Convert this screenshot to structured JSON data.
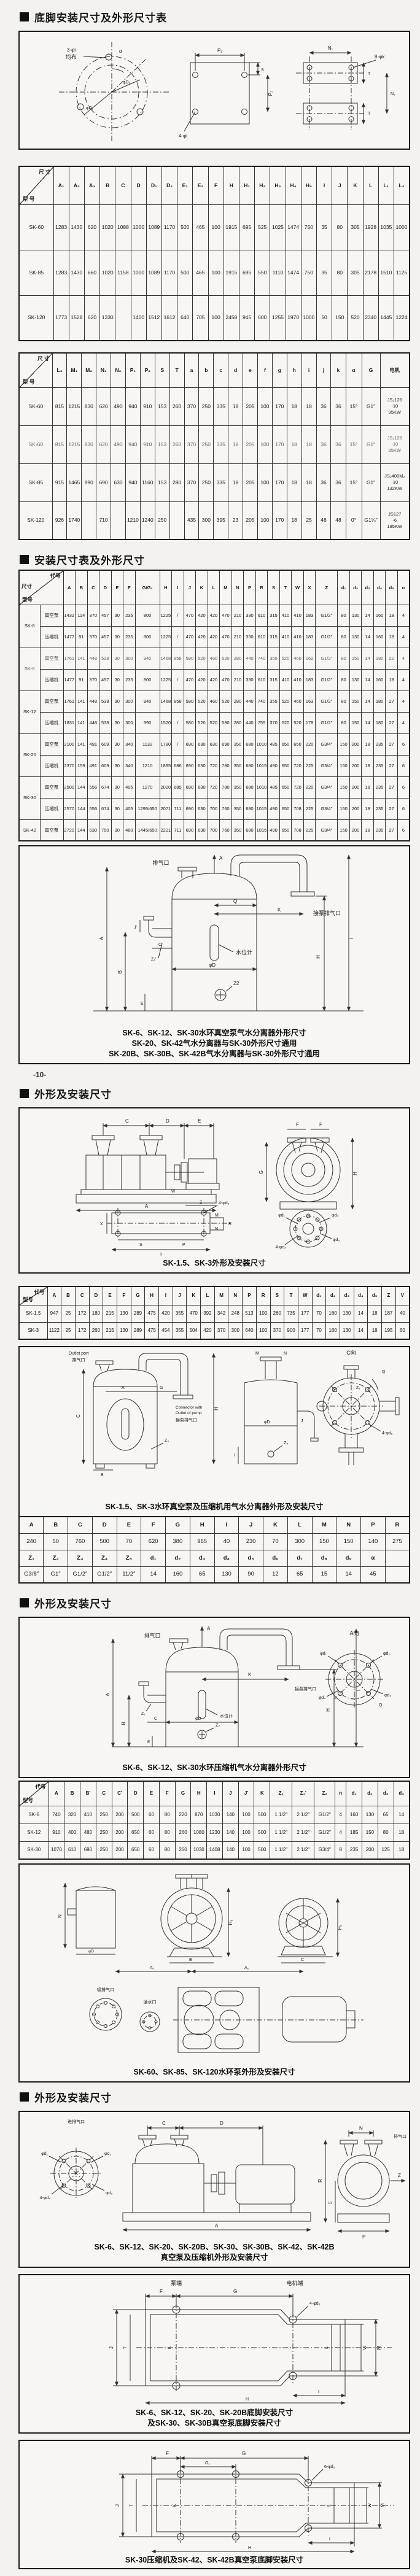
{
  "meta": {
    "page_marker": "-10-"
  },
  "sections": {
    "s1": {
      "heading": "底脚安装尺寸及外形尺寸表"
    },
    "s2": {
      "heading": "安装尺寸表及外形尺寸"
    },
    "s3": {
      "heading": "外形及安装尺寸"
    },
    "s4": {
      "heading": "外形及安装尺寸"
    },
    "s5": {
      "heading": "外形及安装尺寸"
    }
  },
  "figures": {
    "f1": {
      "hole3": "3-φi",
      "even": "均布",
      "alpha": "α",
      "dd2": "φD₂",
      "dd1": "φD₁",
      "p1": "P₁",
      "s": "S",
      "p2": "P₂",
      "hole4": "4-φi",
      "n1": "N₁",
      "holek": "8-φk",
      "t": "T",
      "t2": "T",
      "n2": "N₂"
    },
    "f2": {
      "a": "A",
      "exhaust": "排气口",
      "q": "Q",
      "k": "K",
      "pump_port": "接泵排气口",
      "gauge": "水位计",
      "dia": "φD",
      "b": "B′",
      "c": "C′",
      "j": "J′",
      "z1": "Z₁′",
      "e": "E",
      "z2": "Z2",
      "h": "H",
      "i": "I",
      "cap1": "SK-6、SK-12、SK-30水环真空泵气水分离器外形尺寸",
      "cap2": "SK-20、SK-42气水分离器与SK-30外形尺寸通用",
      "cap3": "SK-20B、SK-30B、SK-42B气水分离器与SK-30外形尺寸通用"
    },
    "f3": {
      "c": "C",
      "d": "D",
      "e": "E",
      "f": "F",
      "g": "G",
      "h": "H",
      "a": "A",
      "w": "W",
      "z": "Z",
      "k": "K",
      "m": "M",
      "n": "N",
      "s": "S",
      "p": "P",
      "r": "R",
      "t": "T",
      "d1": "φd₁",
      "d2": "φd₂",
      "d3": "φd₃",
      "d4": "4-φd₄",
      "d5": "4-φd₅",
      "cap": "SK-1.5、SK-3外形及安装尺寸"
    },
    "f4": {
      "outlet_en": "Outlet port",
      "outlet_cn": "排气口",
      "conn1": "Connector with",
      "conn2": "Outlet of pump",
      "conn_cn": "接泵排气口",
      "a": "A",
      "g": "G",
      "c": "C",
      "b": "B",
      "h": "H",
      "dia": "φD",
      "m": "M",
      "n": "N",
      "i": "I",
      "j": "J",
      "z3": "Z₃",
      "z4": "Z₄",
      "cview": "C向",
      "q": "Q",
      "z1": "Z₁",
      "d6": "4-φd₆",
      "cap": "SK-1.5、SK-3水环真空泵及压缩机用气水分离器外形及安装尺寸"
    },
    "f5": {
      "aview": "A向",
      "d1": "φd₁",
      "d2": "φd₂",
      "d3": "φd₃",
      "d4": "φd₄",
      "q": "Q",
      "a": "A",
      "exhaust": "排气口",
      "k": "K",
      "pump_port": "接泵排气口",
      "h": "H",
      "i": "I",
      "b": "B",
      "c": "C",
      "z1": "Z₁",
      "dia": "φD",
      "z2": "Z₂",
      "gauge": "水位计",
      "e": "E",
      "cap": "SK-6、SK-12、SK-30水环压缩机气水分离器外形尺寸"
    },
    "f6": {
      "ports": "吸排气口",
      "water": "通水口",
      "n": "N",
      "h1": "H₁",
      "h3": "H₃",
      "b": "B",
      "c": "C",
      "a1": "A₁",
      "a2": "A₂",
      "dia": "φD",
      "cap": "SK-60、SK-85、SK-120水环泵外形及安装尺寸"
    },
    "f7": {
      "inout": "进排气口",
      "d1": "φd₁",
      "d2": "φd₂",
      "d3": "φd₃",
      "d4": "4-φd₄",
      "c": "C",
      "d": "D",
      "a": "A",
      "n": "N",
      "exhaust": "排气口",
      "r": "R",
      "s": "S",
      "z": "Z",
      "p": "P",
      "cap1": "SK-6、SK-12、SK-20、SK-20B、SK-30、SK-30B、SK-42、SK-42B",
      "cap2": "真空泵及压缩机外形及安装尺寸"
    },
    "f8": {
      "pump_end": "泵端",
      "motor_end": "电机端",
      "f": "F",
      "g": "G",
      "d5": "4-φd₅",
      "j": "J",
      "t": "T",
      "k": "K",
      "l": "L",
      "w": "W",
      "m": "M",
      "i": "I",
      "h": "H",
      "cap1": "SK-6、SK-12、SK-20、SK-20B底脚安装尺寸",
      "cap2": "及SK-30、SK-30B真空泵底脚安装尺寸"
    },
    "f9": {
      "f": "F",
      "g": "G",
      "g1": "G₁",
      "d5": "6-φd₅",
      "j": "J",
      "t": "T",
      "k": "K",
      "l": "L",
      "w": "W",
      "m": "M",
      "i": "I",
      "h": "H",
      "cap": "SK-30压缩机及SK-42、SK-42B真空泵底脚安装尺寸"
    }
  },
  "tables": {
    "t1": {
      "rows": [
        {
          "cls": "hr",
          "cells": [
            {
              "diag": [
                "尺 寸",
                "型 号"
              ],
              "cls": "diagc"
            },
            "A₁",
            "A₂",
            "A₃",
            "B",
            "C",
            "D",
            "D₁",
            "D₂",
            "E₁",
            "E₂",
            "F",
            "H",
            "H₁",
            "H₂",
            "H₃",
            "H₄",
            "H₅",
            "I",
            "J",
            "K",
            "L",
            "L₁",
            "L₂"
          ]
        },
        [
          "SK-60",
          "1283",
          "1430",
          "620",
          "1020",
          "1088",
          "1000",
          "1089",
          "1170",
          "500",
          "465",
          "100",
          "1915",
          "695",
          "525",
          "1025",
          "1474",
          "750",
          "35",
          "80",
          "305",
          "1928",
          "1035",
          "1000"
        ],
        [
          "SK-85",
          "1283",
          "1430",
          "660",
          "1020",
          "1158",
          "1000",
          "1089",
          "1170",
          "500",
          "465",
          "100",
          "1915",
          "695",
          "550",
          "1110",
          "1474",
          "750",
          "35",
          "80",
          "305",
          "2178",
          "1510",
          "1125"
        ],
        [
          "SK-120",
          "1773",
          "1528",
          "620",
          "1330",
          "",
          "1400",
          "1512",
          "1612",
          "640",
          "705",
          "100",
          "2458",
          "945",
          "600",
          "1255",
          "1970",
          "1000",
          "50",
          "150",
          "520",
          "2340",
          "1445",
          "1224"
        ]
      ]
    },
    "t2": {
      "rows": [
        {
          "cls": "hr",
          "cells": [
            {
              "diag": [
                "尺 寸",
                "型 号"
              ],
              "cls": "diagc"
            },
            "L₃",
            "M₁",
            "M₂",
            "N₁",
            "N₂",
            "P₁",
            "P₂",
            "S",
            "T",
            "a",
            "b",
            "c",
            "d",
            "e",
            "f",
            "g",
            "h",
            "i",
            "j",
            "k",
            "α",
            "G",
            "电机"
          ]
        },
        [
          "SK-60",
          "815",
          "1215",
          "830",
          "620",
          "490",
          "940",
          "910",
          "153",
          "260",
          "370",
          "250",
          "335",
          "18",
          "205",
          "100",
          "170",
          "18",
          "18",
          "36",
          "36",
          "15°",
          "G1″",
          {
            "t": "JS₂126\n-10\n95KW",
            "cls": "pre"
          }
        ],
        {
          "cls": "ghost",
          "cells": [
            "SK-60",
            "815",
            "1215",
            "830",
            "620",
            "490",
            "940",
            "910",
            "153",
            "260",
            "370",
            "250",
            "335",
            "18",
            "205",
            "100",
            "170",
            "18",
            "18",
            "36",
            "36",
            "15°",
            "G1″",
            {
              "t": "JS₂126\n-10\n95KW",
              "cls": "pre"
            }
          ]
        },
        [
          "SK-85",
          "915",
          "1465",
          "990",
          "690",
          "630",
          "940",
          "1160",
          "153",
          "280",
          "370",
          "250",
          "335",
          "18",
          "205",
          "100",
          "170",
          "18",
          "18",
          "36",
          "36",
          "15°",
          "G1″",
          {
            "t": "JS₂400M₂\n-10\n132KW",
            "cls": "pre"
          }
        ],
        [
          "SK-120",
          "926",
          "1740",
          "",
          "710",
          "",
          "1210",
          "1240",
          "250",
          "",
          "435",
          "300",
          "395",
          "23",
          "205",
          "100",
          "170",
          "18",
          "25",
          "48",
          "48",
          "0°",
          "G1¼″",
          {
            "t": "JS127\n-6\n185KW",
            "cls": "pre"
          }
        ]
      ]
    },
    "t3": {
      "rows": [
        {
          "cls": "hr",
          "cells": [
            {
              "diag": [
                "代号",
                "尺寸",
                "型号"
              ],
              "cs": 2,
              "cls": "diagc"
            },
            "A",
            "B",
            "C",
            "D",
            "E",
            "F",
            "G/G₁",
            "H",
            "I",
            "J",
            "K",
            "L",
            "M",
            "N",
            "P",
            "R",
            "S",
            "T",
            "W",
            "X",
            "Z",
            "d₁",
            "d₂",
            "d₃",
            "d₄",
            "d₅",
            "n"
          ]
        },
        [
          {
            "t": "SK-6",
            "rs": 2
          },
          "真空泵",
          "1432",
          "114",
          "370",
          "457",
          "30",
          "235",
          "800",
          "1225",
          "/",
          "470",
          "420",
          "420",
          "470",
          "210",
          "330",
          "610",
          "315",
          "410",
          "410",
          "183",
          "G1/2″",
          "80",
          "130",
          "14",
          "160",
          "18",
          "4"
        ],
        [
          "压缩机",
          "1477",
          "91",
          "370",
          "457",
          "30",
          "235",
          "800",
          "1225",
          "/",
          "470",
          "420",
          "420",
          "470",
          "210",
          "330",
          "610",
          "315",
          "410",
          "410",
          "183",
          "G1/2″",
          "80",
          "130",
          "14",
          "160",
          "18",
          "4"
        ],
        {
          "cls": "ghost",
          "cells": [
            {
              "t": "SK-6",
              "rs": 2
            },
            "真空泵",
            "1761",
            "141",
            "448",
            "528",
            "30",
            "300",
            "940",
            "1468",
            "858",
            "590",
            "520",
            "460",
            "520",
            "280",
            "440",
            "740",
            "355",
            "520",
            "460",
            "162",
            "G1/2″",
            "80",
            "150",
            "14",
            "180",
            "22",
            "4"
          ]
        },
        [
          "压缩机",
          "1477",
          "91",
          "370",
          "457",
          "30",
          "235",
          "800",
          "1225",
          "/",
          "470",
          "420",
          "420",
          "470",
          "210",
          "330",
          "610",
          "315",
          "410",
          "410",
          "183",
          "G1/2″",
          "80",
          "130",
          "14",
          "160",
          "18",
          "4"
        ],
        [
          {
            "t": "SK-12",
            "rs": 2
          },
          "真空泵",
          "1761",
          "141",
          "448",
          "538",
          "30",
          "300",
          "940",
          "1468",
          "858",
          "580",
          "520",
          "460",
          "520",
          "280",
          "440",
          "740",
          "355",
          "520",
          "460",
          "163",
          "G1/2″",
          "80",
          "150",
          "14",
          "180",
          "27",
          "4"
        ],
        [
          "压缩机",
          "1831",
          "141",
          "448",
          "538",
          "30",
          "300",
          "990",
          "1520",
          "/",
          "580",
          "520",
          "520",
          "580",
          "280",
          "440",
          "755",
          "370",
          "520",
          "520",
          "178",
          "G1/2″",
          "80",
          "150",
          "14",
          "180",
          "27",
          "4"
        ],
        [
          {
            "t": "SK-20",
            "rs": 2
          },
          "真空泵",
          "2100",
          "141",
          "491",
          "609",
          "30",
          "340",
          "1132",
          "1780",
          "/",
          "690",
          "630",
          "630",
          "690",
          "350",
          "680",
          "1010",
          "485",
          "650",
          "650",
          "220",
          "G3/4″",
          "150",
          "200",
          "18",
          "235",
          "27",
          "6"
        ],
        [
          "压缩机",
          "2370",
          "159",
          "491",
          "609",
          "30",
          "340",
          "1210",
          "1895",
          "686",
          "690",
          "630",
          "720",
          "780",
          "350",
          "680",
          "1015",
          "490",
          "650",
          "720",
          "225",
          "G3/4″",
          "150",
          "200",
          "18",
          "235",
          "27",
          "6"
        ],
        [
          {
            "t": "SK-30",
            "rs": 2
          },
          "真空泵",
          "2500",
          "144",
          "556",
          "674",
          "30",
          "405",
          "1270",
          "2020",
          "685",
          "690",
          "630",
          "720",
          "780",
          "350",
          "680",
          "1010",
          "485",
          "650",
          "720",
          "220",
          "G3/4″",
          "150",
          "200",
          "18",
          "235",
          "27",
          "6"
        ],
        [
          "压缩机",
          "2570",
          "144",
          "556",
          "674",
          "30",
          "405",
          "1295/650",
          "2071",
          "711",
          "690",
          "630",
          "700",
          "760",
          "350",
          "680",
          "1015",
          "490",
          "650",
          "708",
          "225",
          "G3/4″",
          "150",
          "200",
          "18",
          "235",
          "27",
          "6"
        ],
        [
          "SK-42",
          "真空泵",
          "2720",
          "144",
          "630",
          "750",
          "30",
          "480",
          "1445/650",
          "2221",
          "711",
          "690",
          "630",
          "700",
          "760",
          "350",
          "680",
          "1015",
          "490",
          "650",
          "708",
          "225",
          "G3/4″",
          "150",
          "200",
          "18",
          "235",
          "27",
          "6"
        ]
      ]
    },
    "t4": {
      "rows": [
        {
          "cls": "hr",
          "cells": [
            {
              "diag": [
                "代号",
                "型号"
              ],
              "cls": "diagc"
            },
            "A",
            "B",
            "C",
            "D",
            "E",
            "F",
            "G",
            "H",
            "I",
            "J",
            "K",
            "L",
            "M",
            "N",
            "P",
            "R",
            "S",
            "T",
            "W",
            "d₁",
            "d₂",
            "d₃",
            "d₄",
            "d₅",
            "Z",
            "V"
          ]
        },
        [
          "SK-1.5",
          "947",
          "25",
          "172",
          "180",
          "215",
          "130",
          "289",
          "475",
          "420",
          "355",
          "470",
          "392",
          "342",
          "248",
          "513",
          "100",
          "260",
          "735",
          "177",
          "70",
          "160",
          "130",
          "14",
          "18",
          "187",
          "40"
        ],
        [
          "SK-3",
          "1122",
          "25",
          "172",
          "260",
          "215",
          "130",
          "289",
          "475",
          "454",
          "355",
          "504",
          "420",
          "370",
          "300",
          "640",
          "100",
          "370",
          "900",
          "177",
          "70",
          "160",
          "130",
          "14",
          "18",
          "195",
          "60"
        ]
      ]
    },
    "t5": {
      "rows": [
        {
          "cls": "hr",
          "cells": [
            "A",
            "B",
            "C",
            "D",
            "E",
            "F",
            "G",
            "H",
            "I",
            "J",
            "K",
            "L",
            "M",
            "N",
            "P",
            "R"
          ]
        },
        [
          "240",
          "50",
          "760",
          "500",
          "70",
          "620",
          "380",
          "965",
          "40",
          "230",
          "70",
          "300",
          "150",
          "150",
          "140",
          "275"
        ],
        {
          "cls": "hr",
          "cells": [
            "Z₁",
            "Z₂",
            "Z₃",
            "Z₄",
            "Z₅",
            "d₁",
            "d₂",
            "d₃",
            "d₄",
            "d₅",
            "d₆",
            "d₇",
            "d₈",
            "d₉",
            "α",
            ""
          ]
        },
        [
          "G3/8″",
          "G1″",
          "G1/2″",
          "G1/2″",
          "11/2″",
          "14",
          "160",
          "65",
          "130",
          "90",
          "12",
          "65",
          "15",
          "14",
          "45",
          ""
        ]
      ]
    },
    "t6": {
      "rows": [
        {
          "cls": "hr",
          "cells": [
            {
              "diag": [
                "代号",
                "型号"
              ],
              "cls": "diagc"
            },
            "A",
            "B",
            "B′",
            "C",
            "C′",
            "D",
            "E",
            "F",
            "G",
            "H",
            "I",
            "J",
            "J′",
            "K",
            "Z₁",
            "Z₁′",
            "Z₂",
            "n",
            "d₁",
            "d₂",
            "d₃",
            "d₄"
          ]
        },
        [
          "SK-6",
          "740",
          "320",
          "410",
          "250",
          "200",
          "500",
          "60",
          "80",
          "220",
          "870",
          "1030",
          "140",
          "100",
          "500",
          "1 1/2″",
          "2 1/2″",
          "G1/2″",
          "4",
          "160",
          "130",
          "65",
          "14"
        ],
        [
          "SK-12",
          "910",
          "400",
          "480",
          "250",
          "200",
          "650",
          "60",
          "80",
          "260",
          "1080",
          "1230",
          "140",
          "100",
          "500",
          "1 1/2″",
          "2 1/2″",
          "G1/2″",
          "4",
          "185",
          "150",
          "80",
          "18"
        ],
        [
          "SK-30",
          "1070",
          "610",
          "690",
          "250",
          "200",
          "650",
          "60",
          "80",
          "260",
          "1030",
          "1408",
          "140",
          "100",
          "500",
          "1 1/2″",
          "2 1/2″",
          "G3/4″",
          "8",
          "235",
          "200",
          "125",
          "18"
        ]
      ]
    }
  }
}
